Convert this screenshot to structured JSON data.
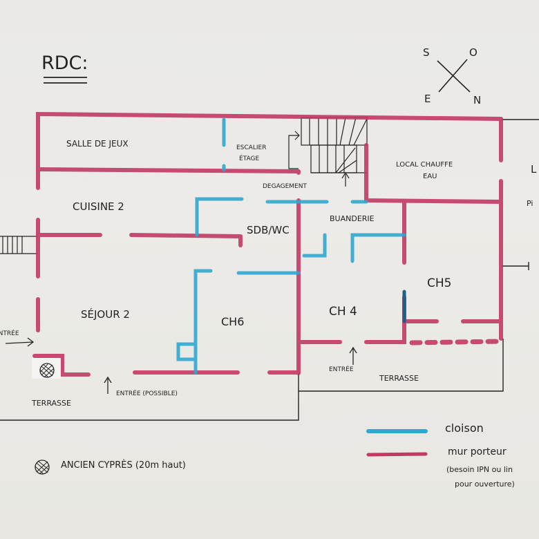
{
  "sheet": {
    "title": "RDC:",
    "compass": {
      "s": "S",
      "o": "O",
      "e": "E",
      "n": "N"
    }
  },
  "colors": {
    "bearing_wall": "#c23a64",
    "partition": "#2fa8d0",
    "ink": "#1e1e1e",
    "paper": "#ebeae6"
  },
  "rooms": {
    "salle_de_jeux": "SALLE DE JEUX",
    "escalier_etage_1": "ESCALIER",
    "escalier_etage_2": "ÉTAGE",
    "degagement": "DEGAGEMENT",
    "local_chauffe_eau_1": "LOCAL CHAUFFE",
    "local_chauffe_eau_2": "EAU",
    "cuisine": "CUISINE 2",
    "sdb_wc": "SDB/WC",
    "buanderie": "BUANDERIE",
    "sejour": "SÉJOUR 2",
    "ch6": "CH6",
    "ch4": "CH 4",
    "ch5": "CH5",
    "edge_right_1": "L",
    "edge_right_2": "Pi"
  },
  "annotations": {
    "entree_left": "ENTRÉE",
    "entree_possible": "ENTRÉE (POSSIBLE)",
    "entree_ch4": "ENTRÉE",
    "terrasse_left": "TERRASSE",
    "terrasse_right": "TERRASSE"
  },
  "legend": {
    "items": [
      {
        "color_key": "partition",
        "label": "cloison"
      },
      {
        "color_key": "bearing_wall",
        "label": "mur porteur",
        "note_1": "(besoin IPN ou lin",
        "note_2": "pour ouverture)"
      }
    ],
    "tree_symbol_label": "ANCIEN CYPRÈS (20m haut)"
  }
}
